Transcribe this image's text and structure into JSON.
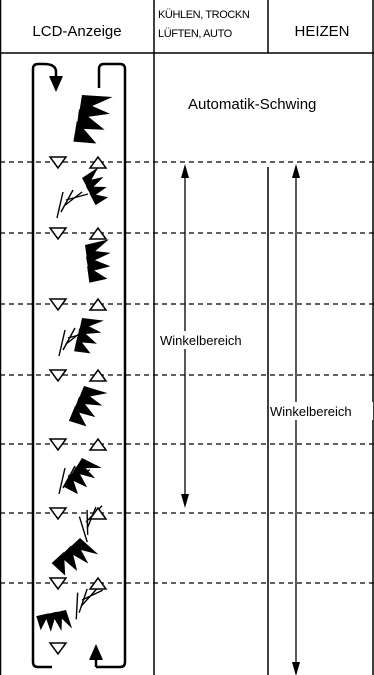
{
  "header": {
    "lcd_display": "LCD-Anzeige",
    "cool_modes_line1": "KÜHLEN, TROCKN",
    "cool_modes_line2": "LÜFTEN, AUTO",
    "heat": "HEIZEN"
  },
  "body": {
    "auto_swing": "Automatik-Schwing",
    "angle_range_cool": "Winkelbereich",
    "angle_range_heat": "Winkelbereich"
  },
  "icons": [
    "flap-position-icon",
    "arrow-down-icon",
    "arrow-up-icon",
    "triangle-down-icon",
    "triangle-up-icon",
    "double-arrow-icon"
  ]
}
